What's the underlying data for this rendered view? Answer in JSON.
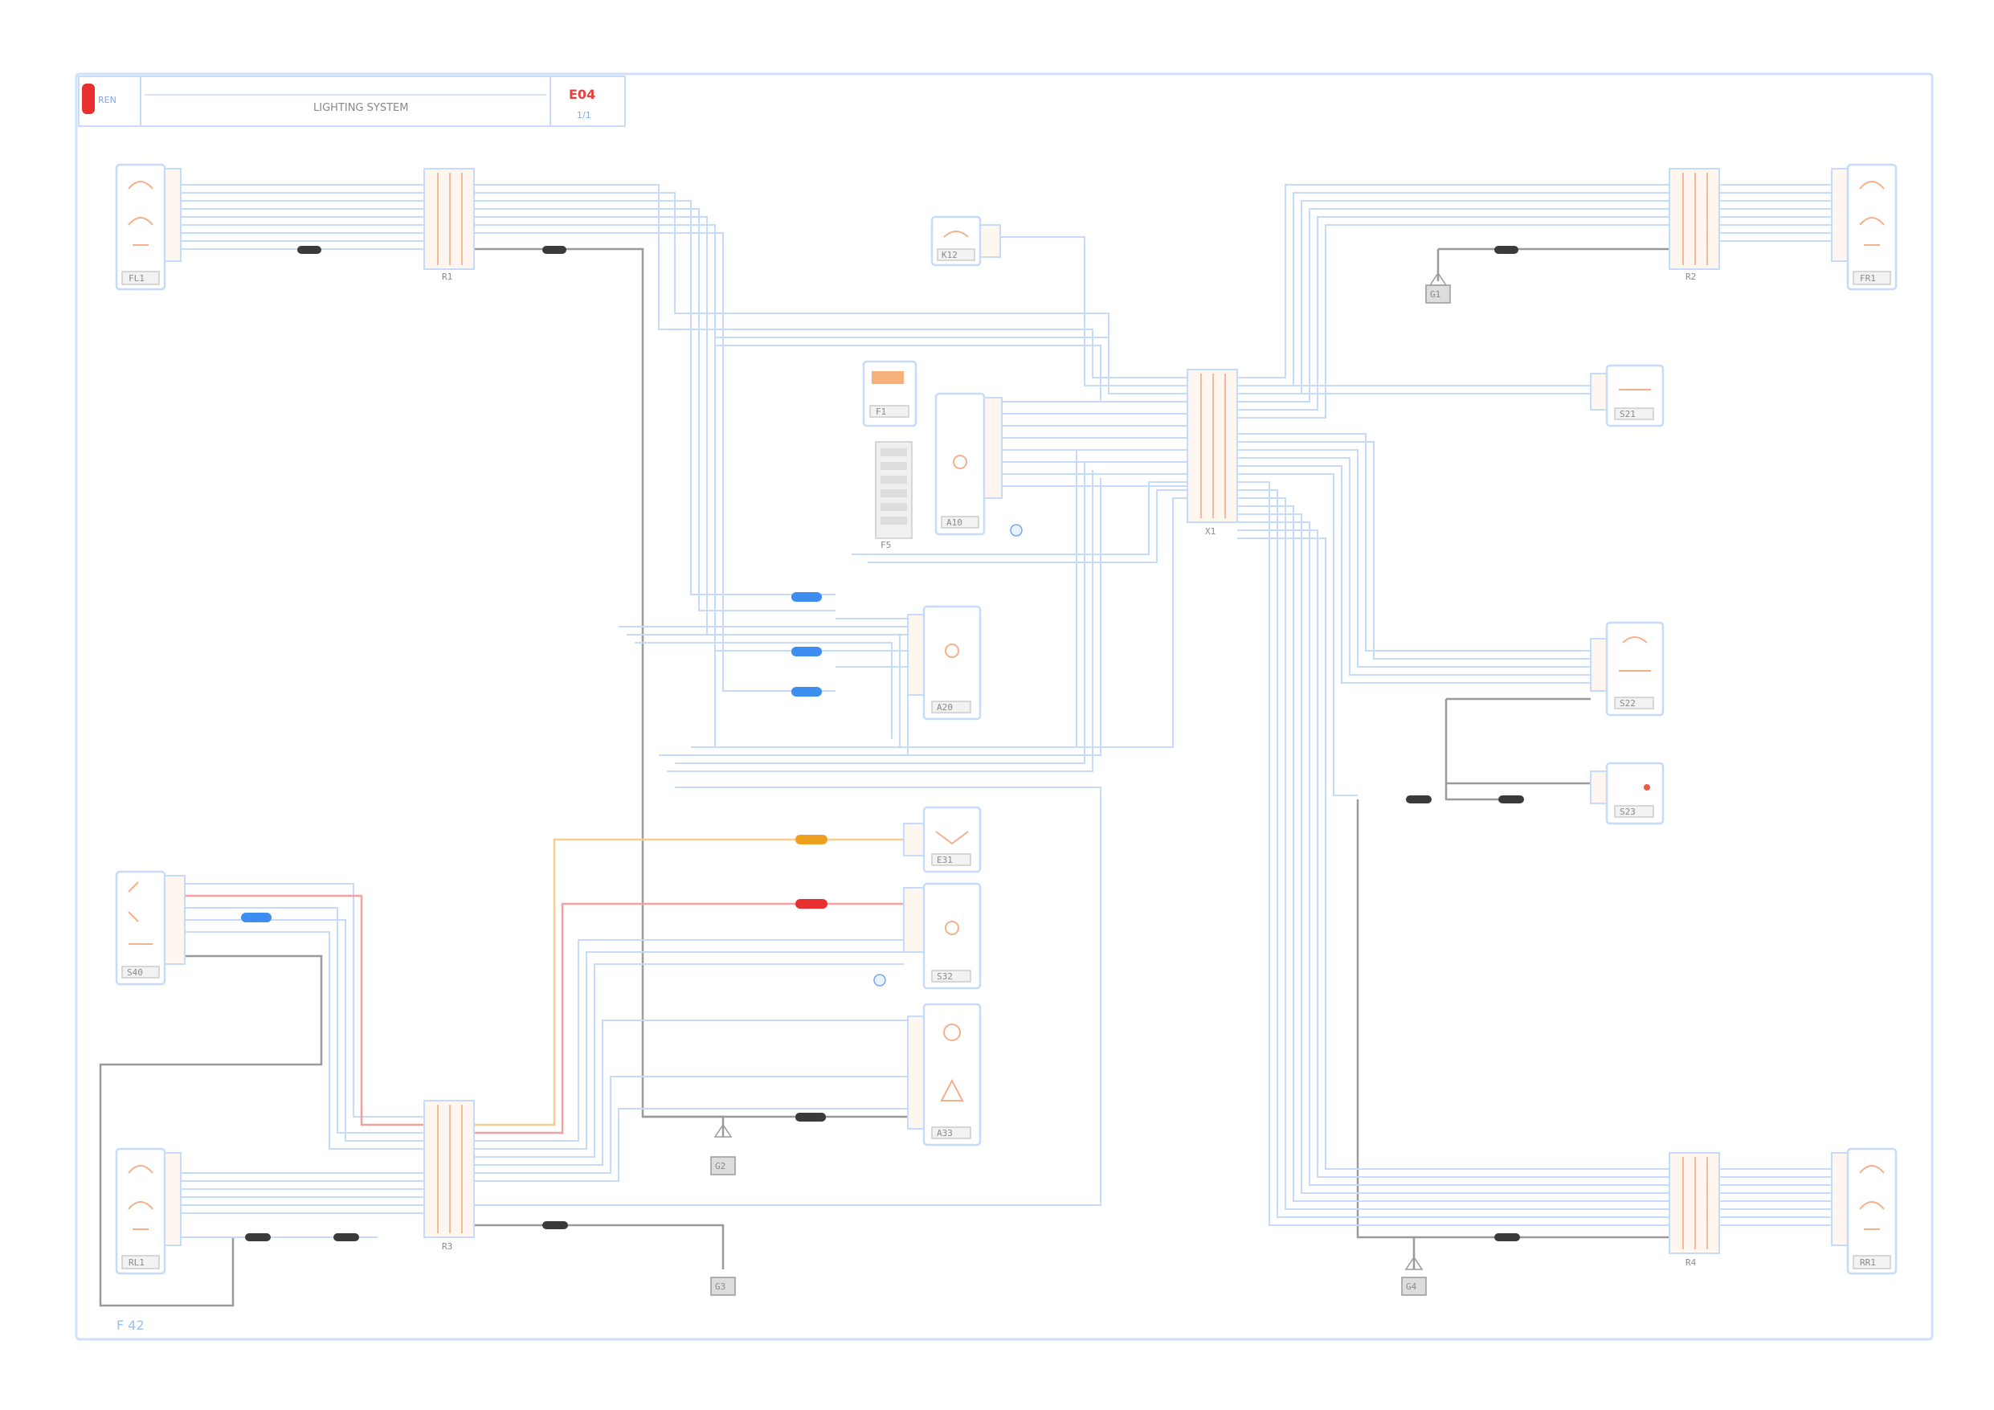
{
  "title_block": {
    "title": "LIGHTING SYSTEM",
    "code": "E04",
    "code_sub": "1/1",
    "logo_text": "REN"
  },
  "sheet": {
    "page_label": "F 42"
  },
  "components": {
    "front_left_lamp": "FL1",
    "front_left_connector": "R1",
    "front_right_lamp": "FR1",
    "front_right_connector": "R2",
    "top_relay": "K12",
    "fuse_box": "F1",
    "fuse_panel": "F5",
    "ecu_module": "A10",
    "main_connector": "X1",
    "right_switch_1": "S21",
    "right_switch_2": "S22",
    "right_switch_3": "S23",
    "center_module": "A20",
    "center_lamp_1": "E31",
    "center_switch_2": "S32",
    "center_module_3": "A33",
    "left_panel": "S40",
    "rear_left_lamp": "RL1",
    "rear_left_connector": "R3",
    "rear_right_lamp": "RR1",
    "rear_right_connector": "R4",
    "ground_1": "G1",
    "ground_2": "G2",
    "ground_3": "G3",
    "ground_4": "G4"
  }
}
